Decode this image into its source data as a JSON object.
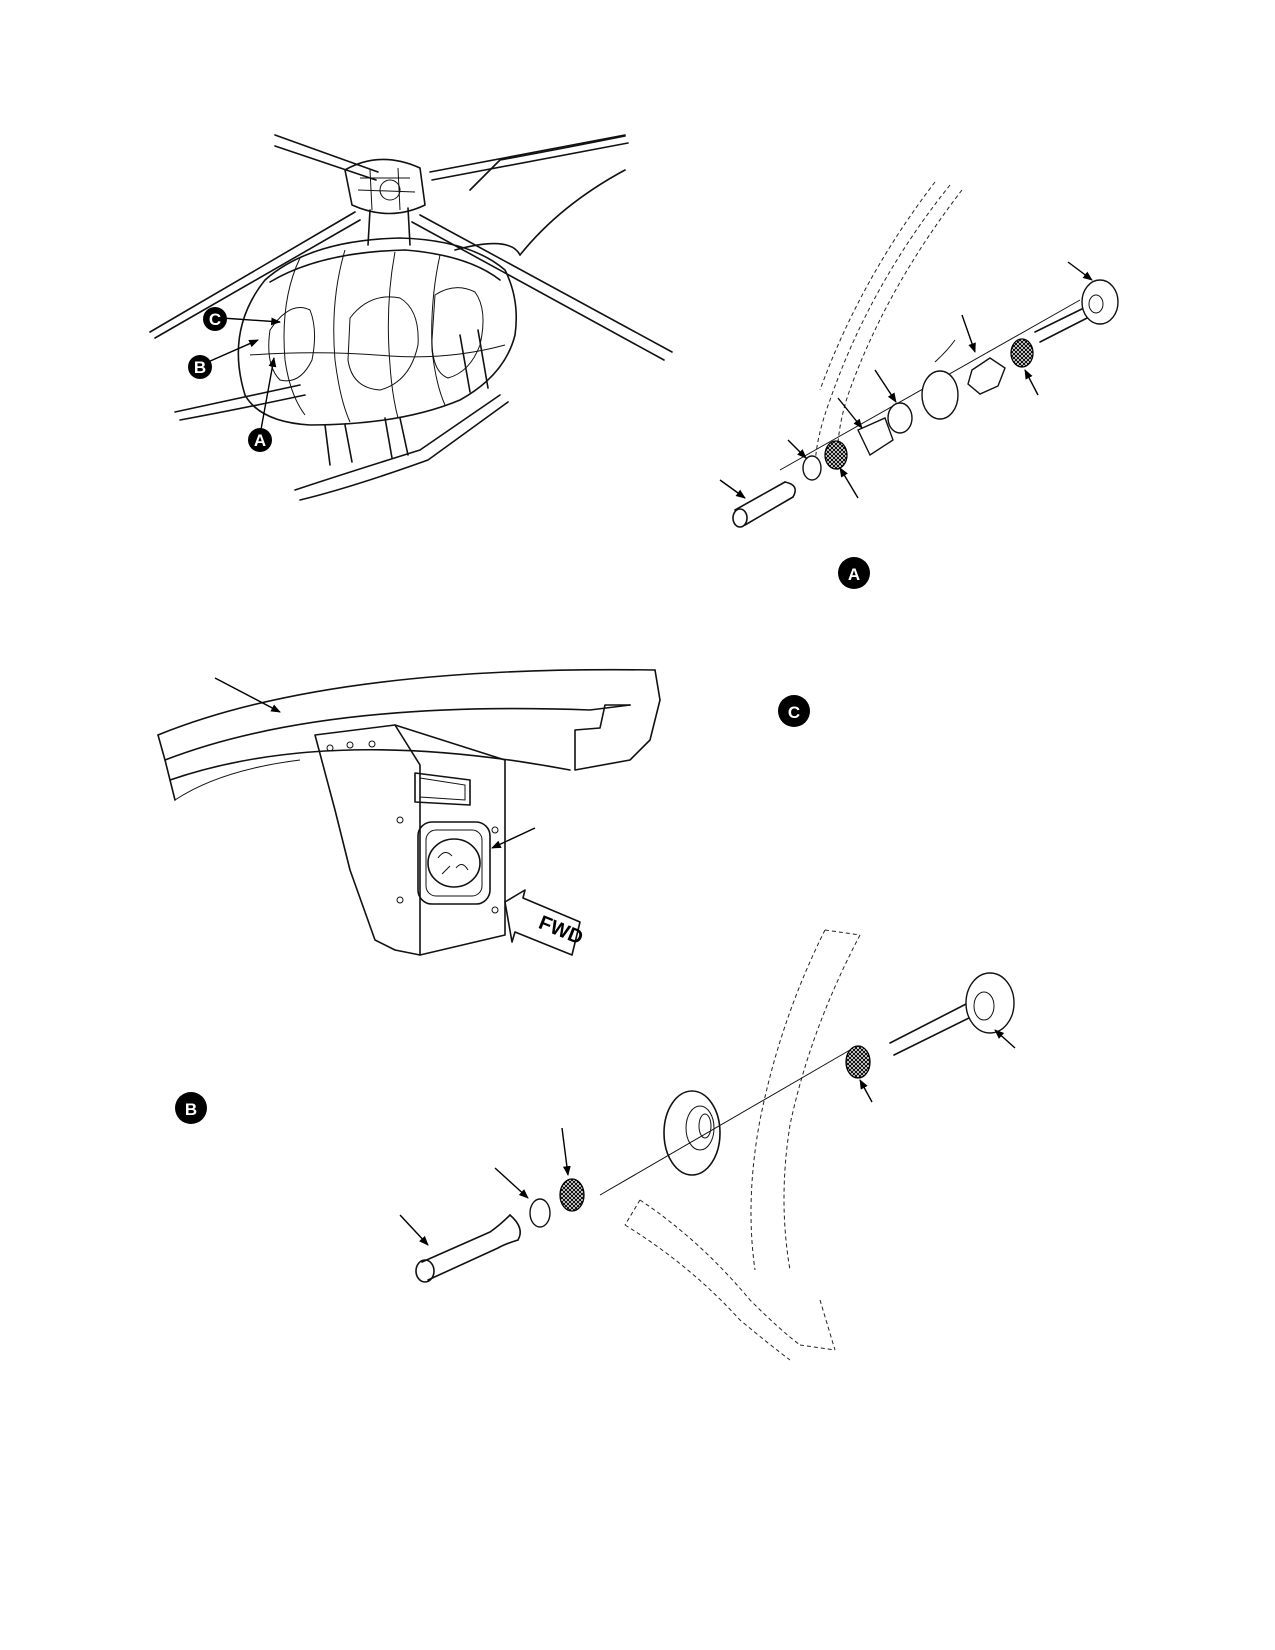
{
  "diagram": {
    "callouts": {
      "A": "A",
      "B": "B",
      "C": "C"
    },
    "fwd_arrow": "FWD"
  },
  "colors": {
    "ink": "#000000",
    "paper": "#ffffff"
  }
}
